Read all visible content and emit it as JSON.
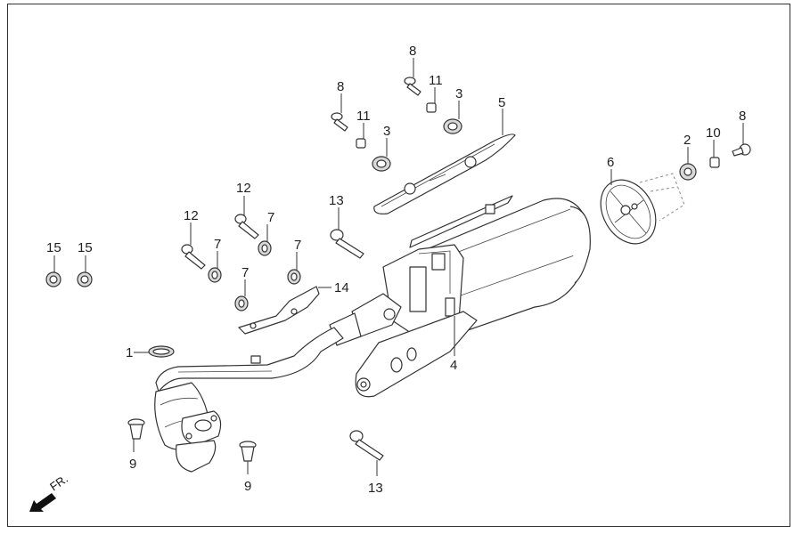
{
  "diagram": {
    "title": "Exhaust muffler assembly exploded view",
    "direction_label": "FR.",
    "direction_icon": "front-arrow-icon",
    "callouts": [
      {
        "id": "c1",
        "label": "1",
        "part": "gasket"
      },
      {
        "id": "c2",
        "label": "2",
        "part": "grommet"
      },
      {
        "id": "c3a",
        "label": "3",
        "part": "grommet"
      },
      {
        "id": "c3b",
        "label": "3",
        "part": "grommet"
      },
      {
        "id": "c4",
        "label": "4",
        "part": "muffler"
      },
      {
        "id": "c5",
        "label": "5",
        "part": "heat-shield"
      },
      {
        "id": "c6",
        "label": "6",
        "part": "end-cap"
      },
      {
        "id": "c7a",
        "label": "7",
        "part": "washer"
      },
      {
        "id": "c7b",
        "label": "7",
        "part": "washer"
      },
      {
        "id": "c7c",
        "label": "7",
        "part": "washer"
      },
      {
        "id": "c7d",
        "label": "7",
        "part": "washer"
      },
      {
        "id": "c8a",
        "label": "8",
        "part": "bolt"
      },
      {
        "id": "c8b",
        "label": "8",
        "part": "bolt"
      },
      {
        "id": "c8c",
        "label": "8",
        "part": "bolt"
      },
      {
        "id": "c9a",
        "label": "9",
        "part": "nut"
      },
      {
        "id": "c9b",
        "label": "9",
        "part": "nut"
      },
      {
        "id": "c10",
        "label": "10",
        "part": "collar"
      },
      {
        "id": "c11a",
        "label": "11",
        "part": "collar"
      },
      {
        "id": "c11b",
        "label": "11",
        "part": "collar"
      },
      {
        "id": "c12a",
        "label": "12",
        "part": "bolt"
      },
      {
        "id": "c12b",
        "label": "12",
        "part": "bolt"
      },
      {
        "id": "c13a",
        "label": "13",
        "part": "bolt"
      },
      {
        "id": "c13b",
        "label": "13",
        "part": "bolt"
      },
      {
        "id": "c14",
        "label": "14",
        "part": "heat-shield-small"
      },
      {
        "id": "c15a",
        "label": "15",
        "part": "washer"
      },
      {
        "id": "c15b",
        "label": "15",
        "part": "washer"
      }
    ]
  }
}
